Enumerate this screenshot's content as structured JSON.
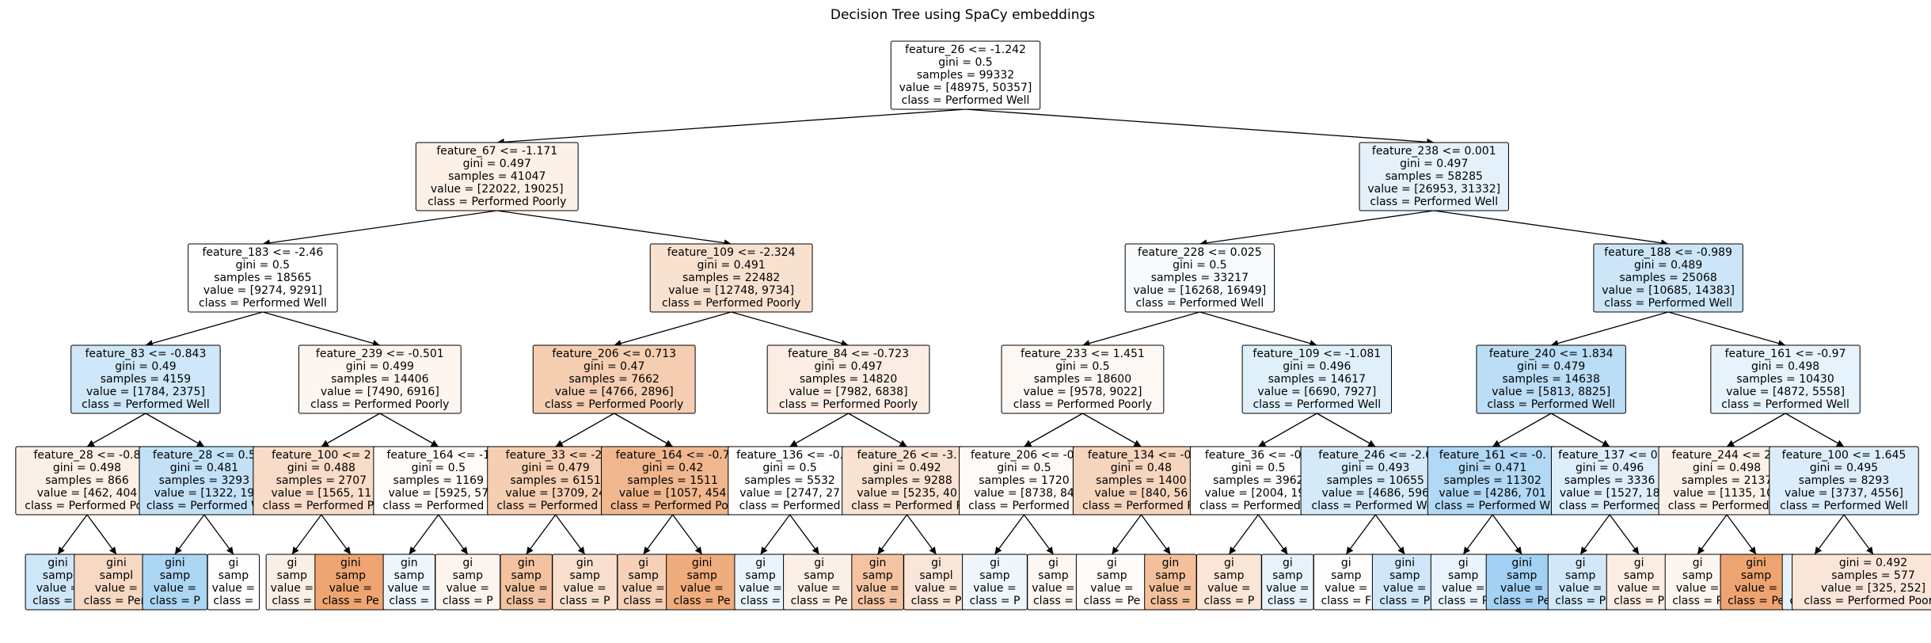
{
  "title": "Decision Tree using SpaCy embeddings",
  "colors": {
    "class_well": "#399de5",
    "class_poorly": "#e58139"
  },
  "nodes": [
    {
      "id": "n0",
      "depth": 0,
      "parent": null,
      "lines": [
        "feature_26 <= -1.242",
        "gini = 0.5",
        "samples = 99332",
        "value = [48975, 50357]",
        "class = Performed Well"
      ],
      "fill": "#ffffff"
    },
    {
      "id": "n1",
      "depth": 1,
      "parent": "n0",
      "lines": [
        "feature_67 <= -1.171",
        "gini = 0.497",
        "samples = 41047",
        "value = [22022, 19025]",
        "class = Performed Poorly"
      ],
      "fill": "#fdf0e7"
    },
    {
      "id": "n2",
      "depth": 1,
      "parent": "n0",
      "lines": [
        "feature_238 <= 0.001",
        "gini = 0.497",
        "samples = 58285",
        "value = [26953, 31332]",
        "class = Performed Well"
      ],
      "fill": "#e4f1fb"
    },
    {
      "id": "n3",
      "depth": 2,
      "parent": "n1",
      "lines": [
        "feature_183 <= -2.46",
        "gini = 0.5",
        "samples = 18565",
        "value = [9274, 9291]",
        "class = Performed Well"
      ],
      "fill": "#ffffff"
    },
    {
      "id": "n4",
      "depth": 2,
      "parent": "n1",
      "lines": [
        "feature_109 <= -2.324",
        "gini = 0.491",
        "samples = 22482",
        "value = [12748, 9734]",
        "class = Performed Poorly"
      ],
      "fill": "#f9e1d0"
    },
    {
      "id": "n5",
      "depth": 2,
      "parent": "n2",
      "lines": [
        "feature_228 <= 0.025",
        "gini = 0.5",
        "samples = 33217",
        "value = [16268, 16949]",
        "class = Performed Well"
      ],
      "fill": "#f7fbfe"
    },
    {
      "id": "n6",
      "depth": 2,
      "parent": "n2",
      "lines": [
        "feature_188 <= -0.989",
        "gini = 0.489",
        "samples = 25068",
        "value = [10685, 14383]",
        "class = Performed Well"
      ],
      "fill": "#cce6f8"
    },
    {
      "id": "n7",
      "depth": 3,
      "parent": "n3",
      "lines": [
        "feature_83 <= -0.843",
        "gini = 0.49",
        "samples = 4159",
        "value = [1784, 2375]",
        "class = Performed Well"
      ],
      "fill": "#cee7f9"
    },
    {
      "id": "n8",
      "depth": 3,
      "parent": "n3",
      "lines": [
        "feature_239 <= -0.501",
        "gini = 0.499",
        "samples = 14406",
        "value = [7490, 6916]",
        "class = Performed Poorly"
      ],
      "fill": "#fdf5f0"
    },
    {
      "id": "n9",
      "depth": 3,
      "parent": "n4",
      "lines": [
        "feature_206 <= 0.713",
        "gini = 0.47",
        "samples = 7662",
        "value = [4766, 2896]",
        "class = Performed Poorly"
      ],
      "fill": "#f5cdb1"
    },
    {
      "id": "n10",
      "depth": 3,
      "parent": "n4",
      "lines": [
        "feature_84 <= -0.723",
        "gini = 0.497",
        "samples = 14820",
        "value = [7982, 6838]",
        "class = Performed Poorly"
      ],
      "fill": "#fbede3"
    },
    {
      "id": "n11",
      "depth": 3,
      "parent": "n5",
      "lines": [
        "feature_233 <= 1.451",
        "gini = 0.5",
        "samples = 18600",
        "value = [9578, 9022]",
        "class = Performed Poorly"
      ],
      "fill": "#fef8f4"
    },
    {
      "id": "n12",
      "depth": 3,
      "parent": "n5",
      "lines": [
        "feature_109 <= -1.081",
        "gini = 0.496",
        "samples = 14617",
        "value = [6690, 7927]",
        "class = Performed Well"
      ],
      "fill": "#e0f0fb"
    },
    {
      "id": "n13",
      "depth": 3,
      "parent": "n6",
      "lines": [
        "feature_240 <= 1.834",
        "gini = 0.479",
        "samples = 14638",
        "value = [5813, 8825]",
        "class = Performed Well"
      ],
      "fill": "#bbddf6"
    },
    {
      "id": "n14",
      "depth": 3,
      "parent": "n6",
      "lines": [
        "feature_161 <= -0.97",
        "gini = 0.498",
        "samples = 10430",
        "value = [4872, 5558]",
        "class = Performed Well"
      ],
      "fill": "#e6f3fc"
    },
    {
      "id": "n15",
      "depth": 4,
      "parent": "n7",
      "lines": [
        "feature_28 <= -0.8",
        "gini = 0.498",
        "samples = 866",
        "value = [462, 404",
        "class = Performed Poo"
      ],
      "fill": "#fcefe6"
    },
    {
      "id": "n16",
      "depth": 4,
      "parent": "n7",
      "lines": [
        "feature_28 <= 0.5",
        "gini = 0.481",
        "samples = 3293",
        "value = [1322, 19",
        "class = Performed W"
      ],
      "fill": "#c2e1f7"
    },
    {
      "id": "n17",
      "depth": 4,
      "parent": "n8",
      "lines": [
        "feature_100 <= 2",
        "gini = 0.488",
        "samples = 2707",
        "value = [1565, 11",
        "class = Performed Po"
      ],
      "fill": "#f8dcc8"
    },
    {
      "id": "n18",
      "depth": 4,
      "parent": "n8",
      "lines": [
        "feature_164 <= -1",
        "gini = 0.5",
        "samples = 1169",
        "value = [5925, 57",
        "class = Performed P"
      ],
      "fill": "#fffcfa"
    },
    {
      "id": "n19",
      "depth": 4,
      "parent": "n9",
      "lines": [
        "feature_33 <= -2.",
        "gini = 0.479",
        "samples = 6151",
        "value = [3709, 24",
        "class = Performed Po"
      ],
      "fill": "#f6cfb3"
    },
    {
      "id": "n20",
      "depth": 4,
      "parent": "n9",
      "lines": [
        "feature_164 <= -0.7",
        "gini = 0.42",
        "samples = 1511",
        "value = [1057, 454",
        "class = Performed Poo"
      ],
      "fill": "#f0b78e"
    },
    {
      "id": "n21",
      "depth": 4,
      "parent": "n10",
      "lines": [
        "feature_136 <= -0.",
        "gini = 0.5",
        "samples = 5532",
        "value = [2747, 27",
        "class = Performed"
      ],
      "fill": "#fffefd"
    },
    {
      "id": "n22",
      "depth": 4,
      "parent": "n10",
      "lines": [
        "feature_26 <= -3.",
        "gini = 0.492",
        "samples = 9288",
        "value = [5235, 40",
        "class = Performed P"
      ],
      "fill": "#f9e2d2"
    },
    {
      "id": "n23",
      "depth": 4,
      "parent": "n11",
      "lines": [
        "feature_206 <= -0.",
        "gini = 0.5",
        "samples = 1720",
        "value = [8738, 84",
        "class = Performed P"
      ],
      "fill": "#fefaf7"
    },
    {
      "id": "n24",
      "depth": 4,
      "parent": "n11",
      "lines": [
        "feature_134 <= -0.",
        "gini = 0.48",
        "samples = 1400",
        "value = [840, 56",
        "class = Performed Po"
      ],
      "fill": "#f6d5bd"
    },
    {
      "id": "n25",
      "depth": 4,
      "parent": "n12",
      "lines": [
        "feature_36 <= -0.1",
        "gini = 0.5",
        "samples = 3962",
        "value = [2004, 195",
        "class = Performed Po"
      ],
      "fill": "#fffdfc"
    },
    {
      "id": "n26",
      "depth": 4,
      "parent": "n12",
      "lines": [
        "feature_246 <= -2.0",
        "gini = 0.493",
        "samples = 10655",
        "value = [4686, 596",
        "class = Performed Well"
      ],
      "fill": "#d5eaf9"
    },
    {
      "id": "n27",
      "depth": 4,
      "parent": "n13",
      "lines": [
        "feature_161 <= -0.",
        "gini = 0.471",
        "samples = 11302",
        "value = [4286, 701",
        "class = Performed W"
      ],
      "fill": "#b1d8f5"
    },
    {
      "id": "n28",
      "depth": 4,
      "parent": "n13",
      "lines": [
        "feature_137 <= 0.",
        "gini = 0.496",
        "samples = 3336",
        "value = [1527, 18",
        "class = Performed"
      ],
      "fill": "#ddeefb"
    },
    {
      "id": "n29",
      "depth": 4,
      "parent": "n14",
      "lines": [
        "feature_244 <= 2.3",
        "gini = 0.498",
        "samples = 2137",
        "value = [1135, 100",
        "class = Performed Po"
      ],
      "fill": "#fcf1e9"
    },
    {
      "id": "n30",
      "depth": 4,
      "parent": "n14",
      "lines": [
        "feature_100 <= 1.645",
        "gini = 0.495",
        "samples = 8293",
        "value = [3737, 4556]",
        "class = Performed Well"
      ],
      "fill": "#dbedfa"
    },
    {
      "id": "n31",
      "depth": 5,
      "parent": "n15",
      "lines": [
        "gini",
        "samp",
        "value =",
        "class = P"
      ],
      "fill": "#cde6f8"
    },
    {
      "id": "n32",
      "depth": 5,
      "parent": "n15",
      "lines": [
        "gini",
        "sampl",
        "value =",
        "class = Perf"
      ],
      "fill": "#f7d8c2"
    },
    {
      "id": "n33",
      "depth": 5,
      "parent": "n16",
      "lines": [
        "gini",
        "samp",
        "value =",
        "class = P"
      ],
      "fill": "#acd6f4"
    },
    {
      "id": "n34",
      "depth": 5,
      "parent": "n16",
      "lines": [
        "gi",
        "samp",
        "value =",
        "class ="
      ],
      "fill": "#fdfeff"
    },
    {
      "id": "n35",
      "depth": 5,
      "parent": "n17",
      "lines": [
        "gi",
        "samp",
        "value =",
        "class ="
      ],
      "fill": "#fbeee4"
    },
    {
      "id": "n36",
      "depth": 5,
      "parent": "n17",
      "lines": [
        "gini",
        "samp",
        "value =",
        "class = Pe"
      ],
      "fill": "#eea572"
    },
    {
      "id": "n37",
      "depth": 5,
      "parent": "n18",
      "lines": [
        "gin",
        "samp",
        "value =",
        "class ="
      ],
      "fill": "#eef6fd"
    },
    {
      "id": "n38",
      "depth": 5,
      "parent": "n18",
      "lines": [
        "gi",
        "samp",
        "value =",
        "class = P"
      ],
      "fill": "#fdf4ee"
    },
    {
      "id": "n39",
      "depth": 5,
      "parent": "n19",
      "lines": [
        "gin",
        "samp",
        "value =",
        "class ="
      ],
      "fill": "#f3c3a1"
    },
    {
      "id": "n40",
      "depth": 5,
      "parent": "n19",
      "lines": [
        "gin",
        "samp",
        "value =",
        "class = P"
      ],
      "fill": "#f9e0ce"
    },
    {
      "id": "n41",
      "depth": 5,
      "parent": "n20",
      "lines": [
        "gi",
        "samp",
        "value =",
        "class ="
      ],
      "fill": "#f6d1b7"
    },
    {
      "id": "n42",
      "depth": 5,
      "parent": "n20",
      "lines": [
        "gini",
        "samp",
        "value =",
        "class = Pe"
      ],
      "fill": "#efac7c"
    },
    {
      "id": "n43",
      "depth": 5,
      "parent": "n21",
      "lines": [
        "gi",
        "samp",
        "value =",
        "class ="
      ],
      "fill": "#e9f4fc"
    },
    {
      "id": "n44",
      "depth": 5,
      "parent": "n21",
      "lines": [
        "gi",
        "samp",
        "value =",
        "class = Pe"
      ],
      "fill": "#fcefe5"
    },
    {
      "id": "n45",
      "depth": 5,
      "parent": "n22",
      "lines": [
        "gin",
        "samp",
        "value =",
        "class ="
      ],
      "fill": "#f4c4a2"
    },
    {
      "id": "n46",
      "depth": 5,
      "parent": "n22",
      "lines": [
        "gi",
        "sampl",
        "value =",
        "class = P"
      ],
      "fill": "#fae6d8"
    },
    {
      "id": "n47",
      "depth": 5,
      "parent": "n23",
      "lines": [
        "gi",
        "samp",
        "value =",
        "class = P"
      ],
      "fill": "#eff7fd"
    },
    {
      "id": "n48",
      "depth": 5,
      "parent": "n23",
      "lines": [
        "gi",
        "samp",
        "value =",
        "class ="
      ],
      "fill": "#fdf6f1"
    },
    {
      "id": "n49",
      "depth": 5,
      "parent": "n24",
      "lines": [
        "gi",
        "samp",
        "value =",
        "class = Pe"
      ],
      "fill": "#fefbf8"
    },
    {
      "id": "n50",
      "depth": 5,
      "parent": "n24",
      "lines": [
        "gin",
        "samp",
        "value =",
        "class ="
      ],
      "fill": "#f3c09b"
    },
    {
      "id": "n51",
      "depth": 5,
      "parent": "n25",
      "lines": [
        "gi",
        "samp",
        "value =",
        "class = P"
      ],
      "fill": "#fae5d6"
    },
    {
      "id": "n52",
      "depth": 5,
      "parent": "n25",
      "lines": [
        "gi",
        "samp",
        "value =",
        "class ="
      ],
      "fill": "#e6f3fc"
    },
    {
      "id": "n53",
      "depth": 5,
      "parent": "n26",
      "lines": [
        "gi",
        "samp",
        "value =",
        "class = F"
      ],
      "fill": "#fefefe"
    },
    {
      "id": "n54",
      "depth": 5,
      "parent": "n26",
      "lines": [
        "gini",
        "samp",
        "value =",
        "class = P"
      ],
      "fill": "#cfe7f9"
    },
    {
      "id": "n55",
      "depth": 5,
      "parent": "n27",
      "lines": [
        "gi",
        "samp",
        "value =",
        "class = P"
      ],
      "fill": "#e9f4fc"
    },
    {
      "id": "n56",
      "depth": 5,
      "parent": "n27",
      "lines": [
        "gini",
        "samp",
        "value =",
        "class = Pe"
      ],
      "fill": "#a3d1f3"
    },
    {
      "id": "n57",
      "depth": 5,
      "parent": "n28",
      "lines": [
        "gi",
        "samp",
        "value =",
        "class = P"
      ],
      "fill": "#d1e8f9"
    },
    {
      "id": "n58",
      "depth": 5,
      "parent": "n28",
      "lines": [
        "gi",
        "samp",
        "value =",
        "class = P"
      ],
      "fill": "#fcede3"
    },
    {
      "id": "n59",
      "depth": 5,
      "parent": "n29",
      "lines": [
        "gi",
        "samp",
        "value =",
        "class = P"
      ],
      "fill": "#fdf5ef"
    },
    {
      "id": "n60",
      "depth": 5,
      "parent": "n29",
      "lines": [
        "gini",
        "samp",
        "value =",
        "class = Pe"
      ],
      "fill": "#eea471"
    },
    {
      "id": "n61",
      "depth": 5,
      "parent": "n30",
      "lines": [
        "gi",
        "samp",
        "value =",
        "class = F"
      ],
      "fill": "#e5f2fc"
    },
    {
      "id": "n62",
      "depth": 5,
      "parent": "n30",
      "lines": [
        "gini = 0.492",
        "samples = 577",
        "value = [325, 252]",
        "class = Performed Poorly"
      ],
      "fill": "#fae6d8"
    }
  ]
}
